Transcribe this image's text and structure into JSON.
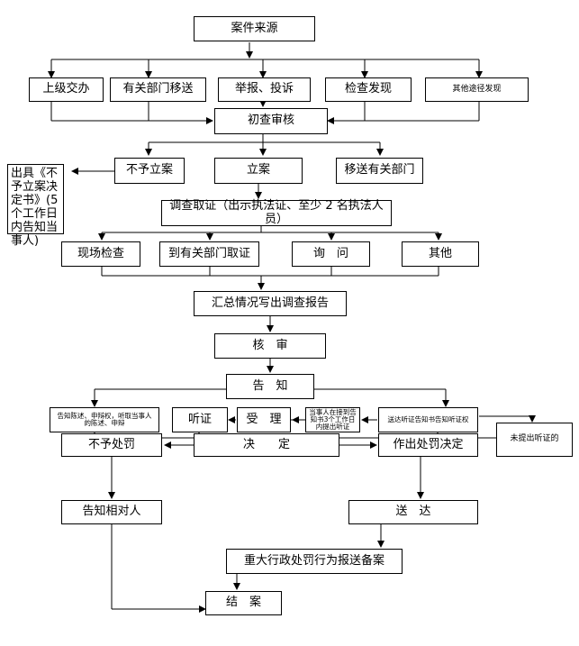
{
  "nodes": {
    "source": "案件来源",
    "superior": "上级交办",
    "transfer_in": "有关部门移送",
    "report": "举报、投诉",
    "inspection": "检查发现",
    "other_way": "其他途径发现",
    "preliminary": "初查审核",
    "not_file": "不予立案",
    "file_case": "立案",
    "transfer_out": "移送有关部门",
    "notice_nonfile": "出具《不予立案决定书》(5个工作日内告知当事人)",
    "investigate": "调查取证（出示执法证、至少 2 名执法人员）",
    "site_check": "现场检查",
    "evidence_dept": "到有关部门取证",
    "inquiry": "询　问",
    "other": "其他",
    "summary": "汇总情况写出调查报告",
    "review": "核　审",
    "notify": "告　知",
    "inform_rights": "告知陈述、申辩权，听取当事人的陈述、申辩",
    "hearing": "听证",
    "accept": "受　理",
    "party_request": "当事人在接到告知书3个工作日内提出听证",
    "hearing_right": "送达听证告知书告知听证权",
    "no_hearing": "未提出听证的",
    "decision": "决　　定",
    "no_penalty": "不予处罚",
    "penalty_decision": "作出处罚决定",
    "inform_party": "告知相对人",
    "deliver": "送　达",
    "record": "重大行政处罚行为报送备案",
    "close": "结　案"
  }
}
